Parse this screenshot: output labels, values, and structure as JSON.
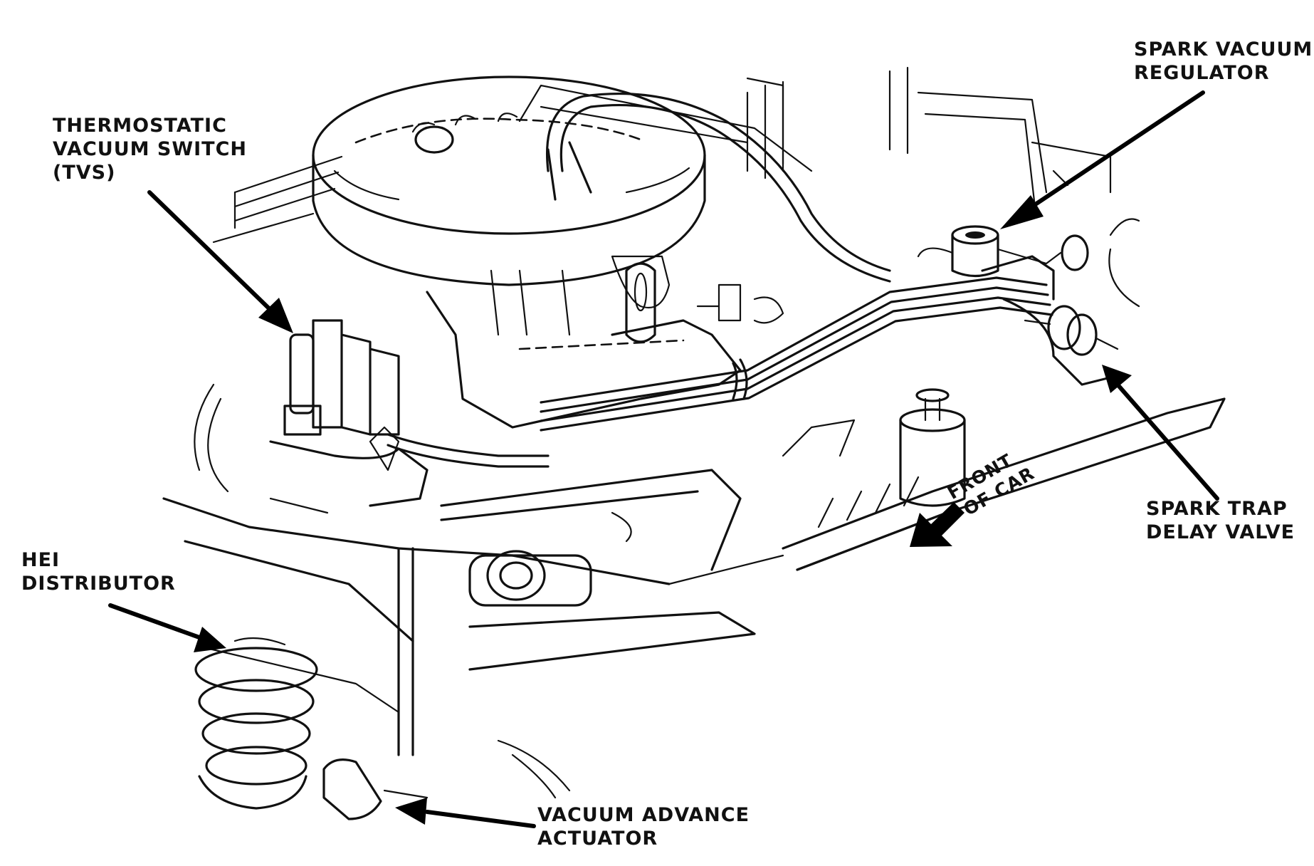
{
  "labels": {
    "spark_vacuum_regulator": [
      "SPARK VACUUM",
      "REGULATOR"
    ],
    "thermostatic_vacuum_switch": [
      "THERMOSTATIC",
      "VACUUM SWITCH",
      "(TVS)"
    ],
    "hei_distributor": [
      "HEI",
      "DISTRIBUTOR"
    ],
    "spark_trap_delay_valve": [
      "SPARK TRAP",
      "DELAY VALVE"
    ],
    "vacuum_advance_actuator": [
      "VACUUM ADVANCE",
      "ACTUATOR"
    ],
    "front_of_car": [
      "FRONT",
      "OF CAR"
    ]
  },
  "colors": {
    "ink": "#111111",
    "background": "#ffffff"
  }
}
